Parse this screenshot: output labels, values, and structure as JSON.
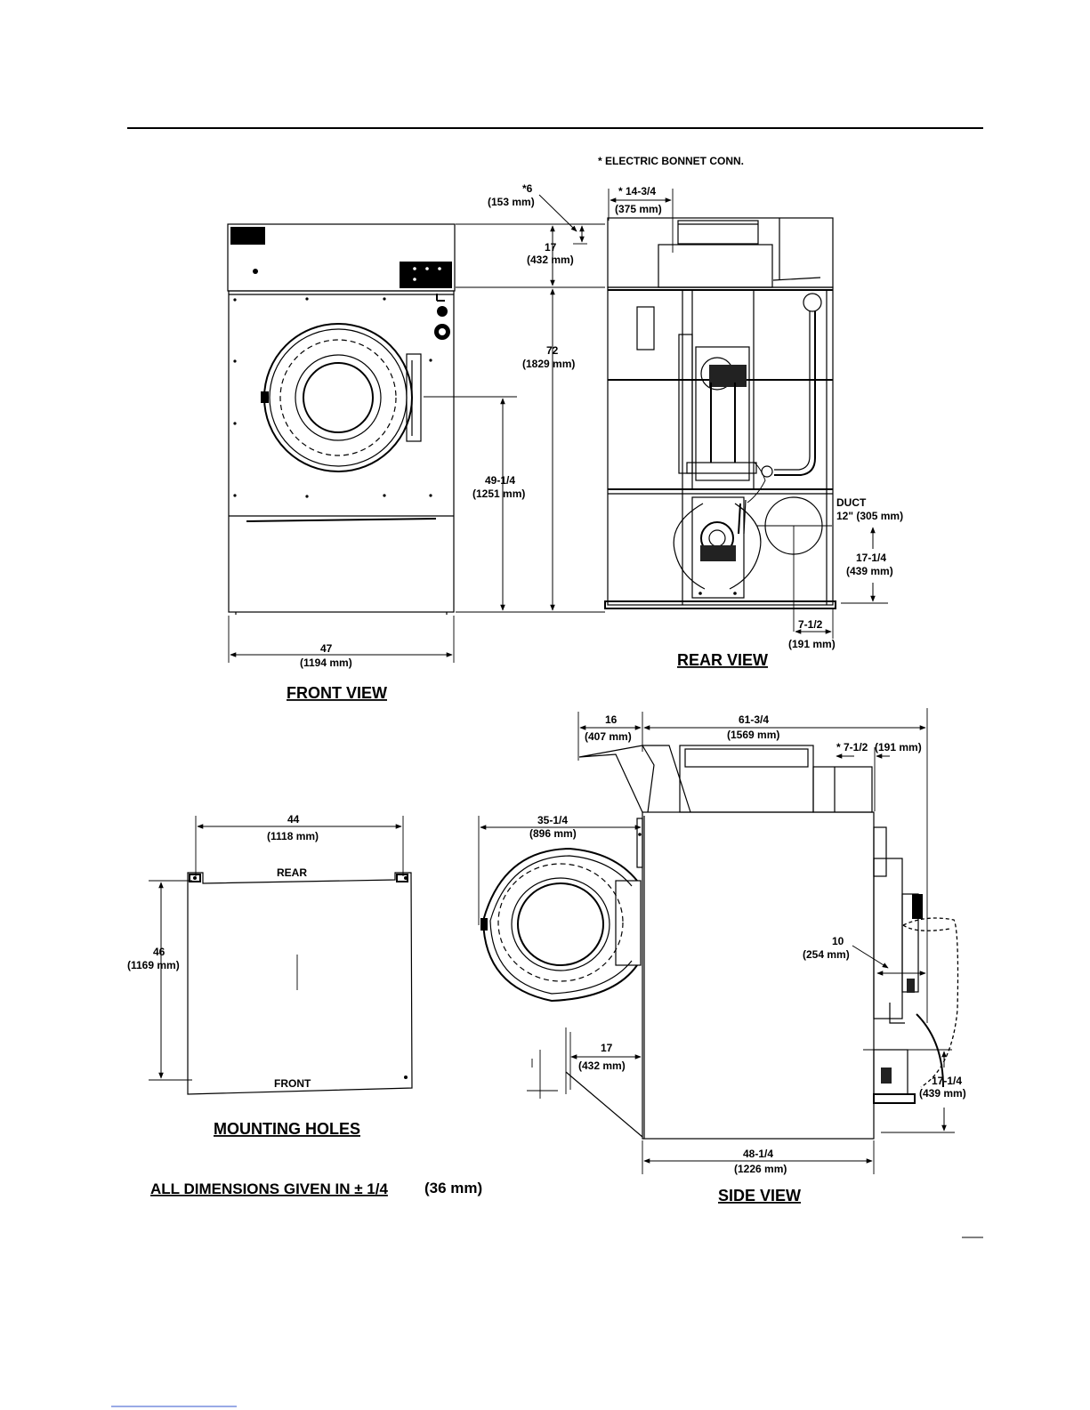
{
  "notes": {
    "electric_bonnet": "* ELECTRIC BONNET CONN.",
    "tolerance": "ALL DIMENSIONS GIVEN IN ± 1/4",
    "tolerance_mm": "(36 mm)"
  },
  "view_titles": {
    "front": "FRONT VIEW",
    "rear": "REAR VIEW",
    "mounting": "MOUNTING HOLES",
    "side": "SIDE VIEW"
  },
  "front_view": {
    "width_in": "47",
    "width_mm": "(1194 mm)",
    "door_center_in": "49-1/4",
    "door_center_mm": "(1251 mm)",
    "total_height_in": "72",
    "total_height_mm": "(1829 mm)",
    "bonnet_height_in": "17",
    "bonnet_height_mm": "(432 mm)",
    "bonnet_offset_in": "*6",
    "bonnet_offset_mm": "(153 mm)"
  },
  "rear_view": {
    "bonnet_width_in": "* 14-3/4",
    "bonnet_width_mm": "(375 mm)",
    "duct_label": "DUCT",
    "duct_size": "12\" (305 mm)",
    "duct_height_in": "17-1/4",
    "duct_height_mm": "(439 mm)",
    "duct_offset_in": "7-1/2",
    "duct_offset_mm": "(191 mm)"
  },
  "mounting_holes": {
    "width_in": "44",
    "width_mm": "(1118 mm)",
    "depth_in": "46",
    "depth_mm": "(1169 mm)",
    "rear_label": "REAR",
    "front_label": "FRONT"
  },
  "side_view": {
    "hood_in": "16",
    "hood_mm": "(407 mm)",
    "overall_depth_in": "61-3/4",
    "overall_depth_mm": "(1569 mm)",
    "bonnet_in": "* 7-1/2",
    "bonnet_mm": "(191 mm)",
    "door_swing_in": "35-1/4",
    "door_swing_mm": "(896 mm)",
    "exhaust_offset_in": "10",
    "exhaust_offset_mm": "(254 mm)",
    "toe_in": "17",
    "toe_mm": "(432 mm)",
    "duct_height_in": "17-1/4",
    "duct_height_mm": "(439 mm)",
    "cabinet_depth_in": "48-1/4",
    "cabinet_depth_mm": "(1226 mm)"
  }
}
